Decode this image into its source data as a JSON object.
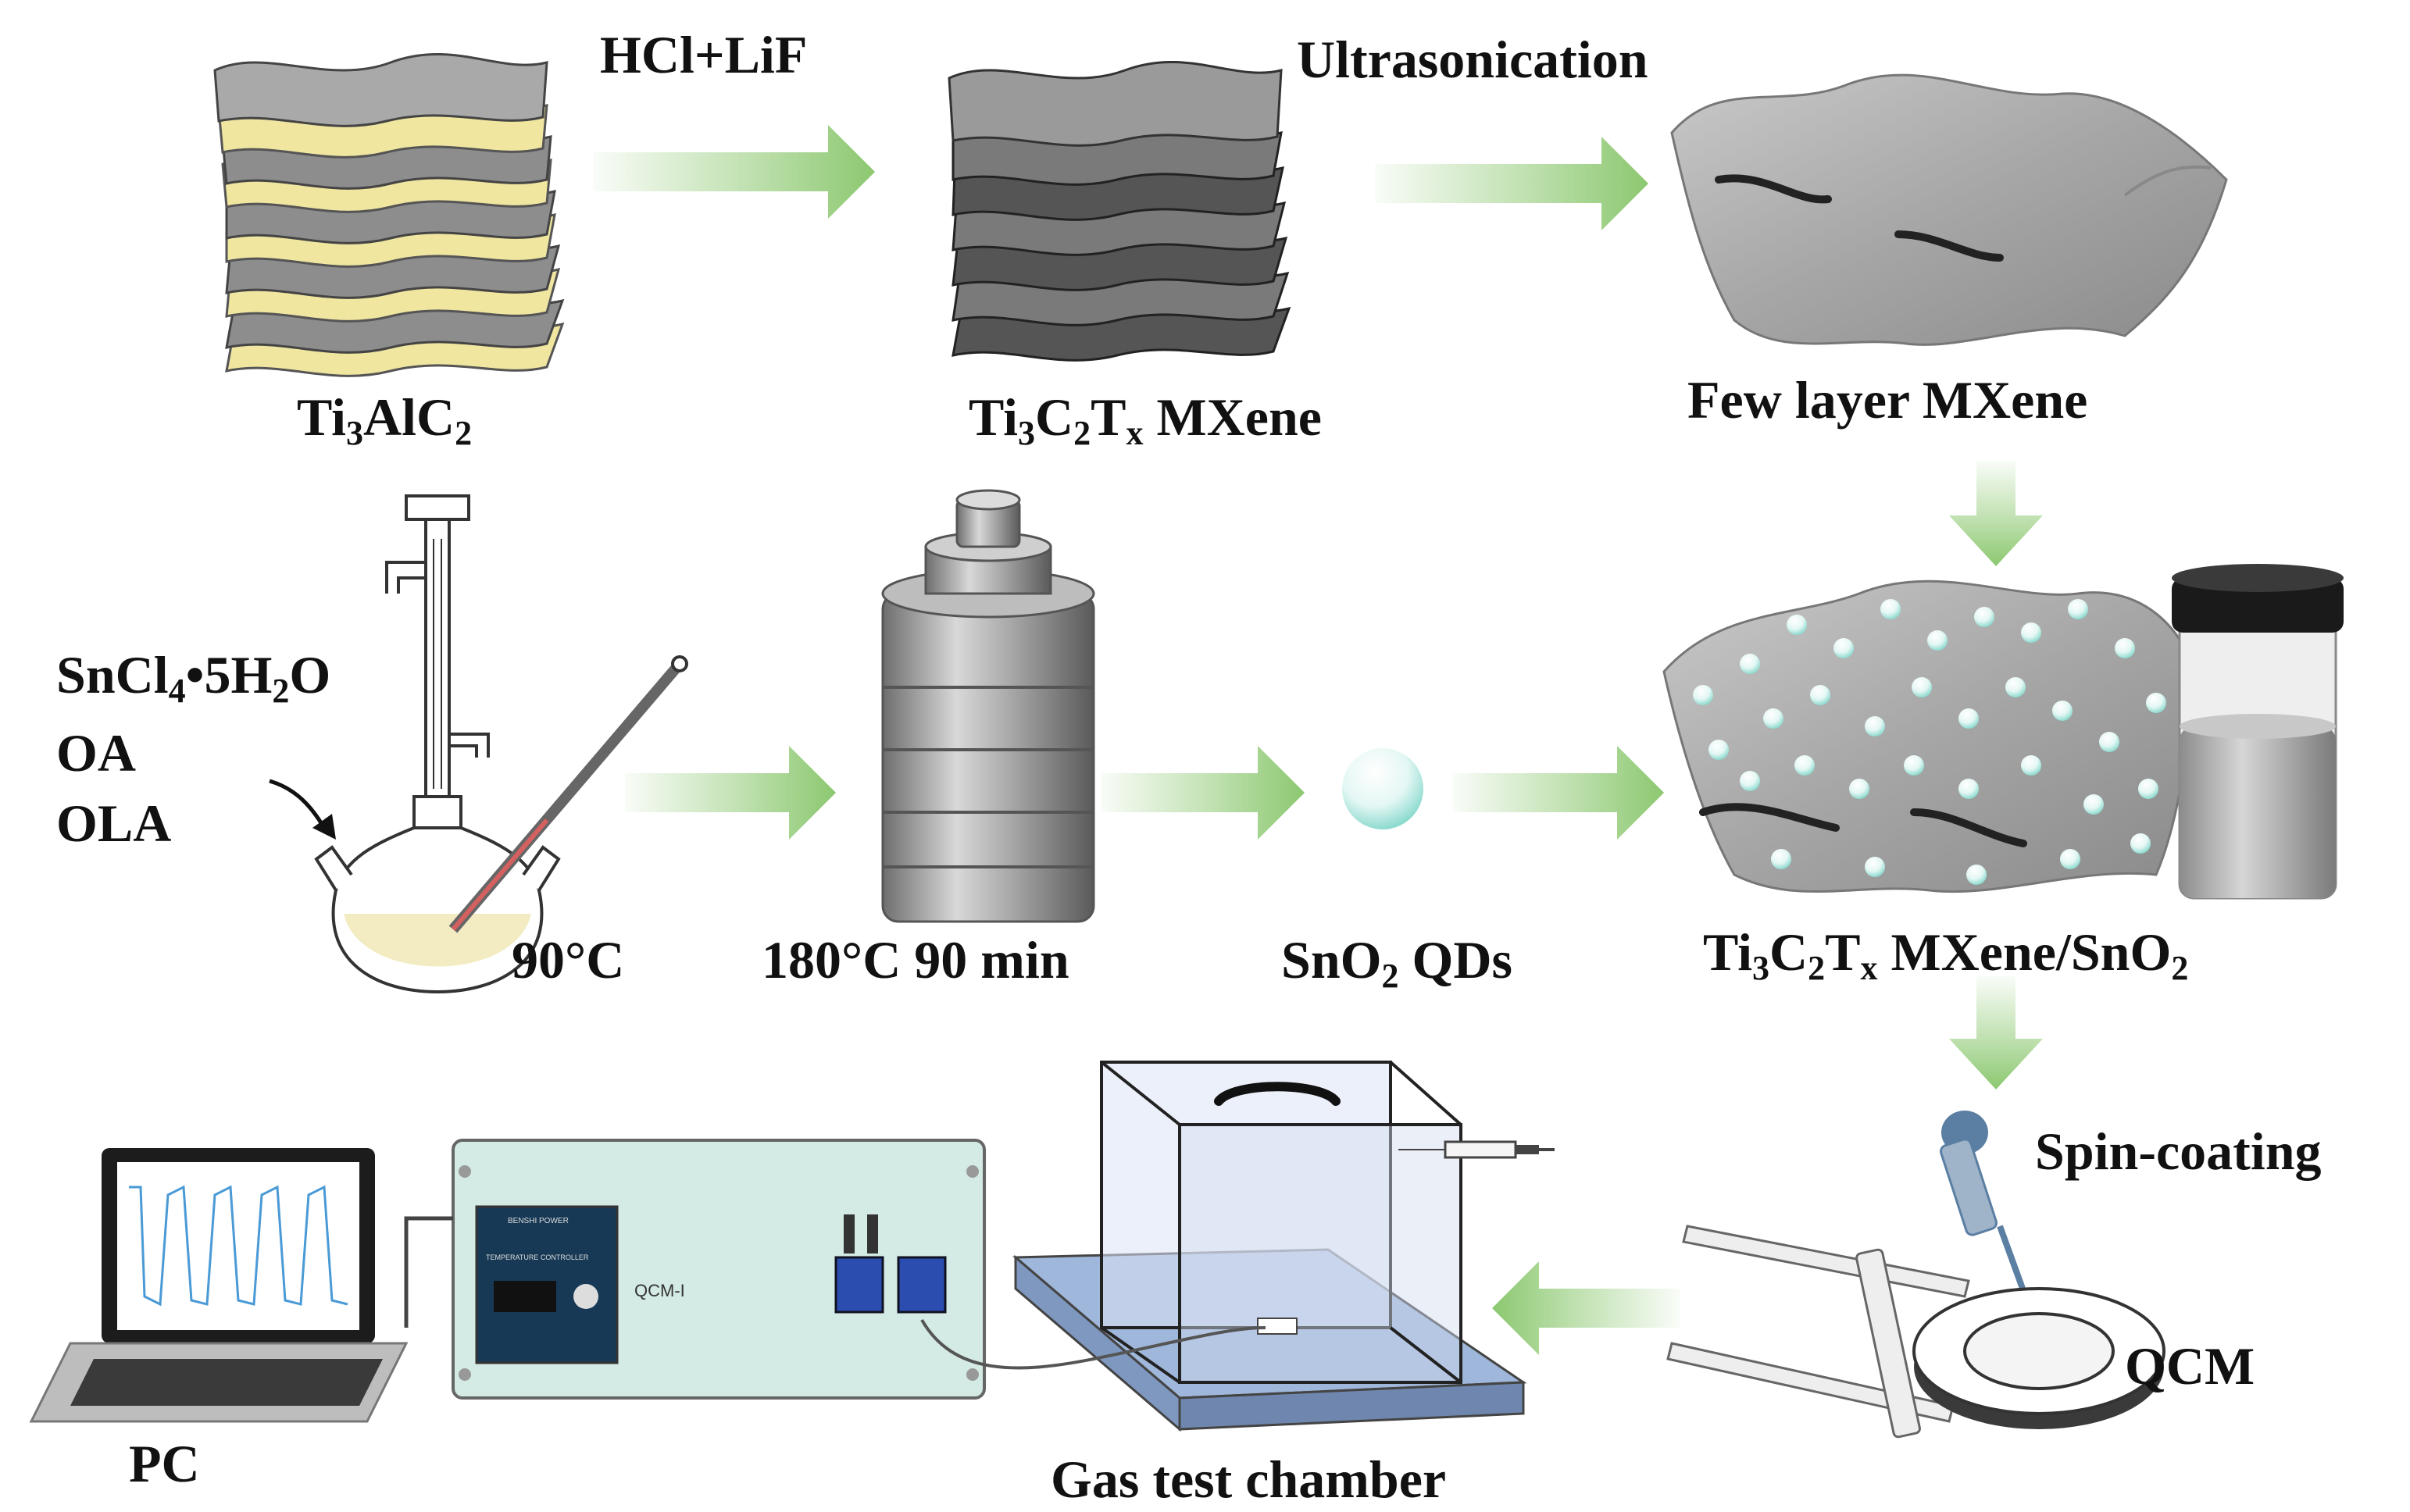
{
  "steps": {
    "etch": "HCl+LiF",
    "ultrasonication": "Ultrasonication",
    "spin_coating": "Spin-coating"
  },
  "materials": {
    "ti3alc2": {
      "a": "Ti",
      "b": "3",
      "c": "AlC",
      "d": "2"
    },
    "ti3c2tx": {
      "a": "Ti",
      "b": "3",
      "c": "C",
      "d": "2",
      "e": "T",
      "f": "x",
      "g": " MXene"
    },
    "few_layer": "Few layer MXene",
    "composite": {
      "a": "Ti",
      "b": "3",
      "c": "C",
      "d": "2",
      "e": "T",
      "f": "x",
      "g": " MXene/SnO",
      "h": "2"
    },
    "sno2_qds": {
      "a": "SnO",
      "b": "2",
      "c": " QDs"
    }
  },
  "reagents": {
    "sncl4": {
      "a": "SnCl",
      "b": "4",
      "c": "•5H",
      "d": "2",
      "e": "O"
    },
    "oa": "OA",
    "ola": "OLA"
  },
  "conditions": {
    "flask_temp": "90°C",
    "autoclave": "180°C 90 min"
  },
  "devices": {
    "qcm": "QCM",
    "chamber": "Gas test chamber",
    "pc": "PC",
    "instrument_label": "QCM-I",
    "controller_label": "TEMPERATURE CONTROLLER",
    "controller_brand": "BENSHI POWER"
  },
  "colors": {
    "arrow": "#8cc870",
    "sheet_grey": "#9a9a9a",
    "al_layer": "#f0e6a0",
    "qd_cyan": "#bfeee8",
    "chamber_base": "#9fb7da",
    "instrument_body": "#d3ebe4",
    "curve": "#4a9ad6"
  }
}
